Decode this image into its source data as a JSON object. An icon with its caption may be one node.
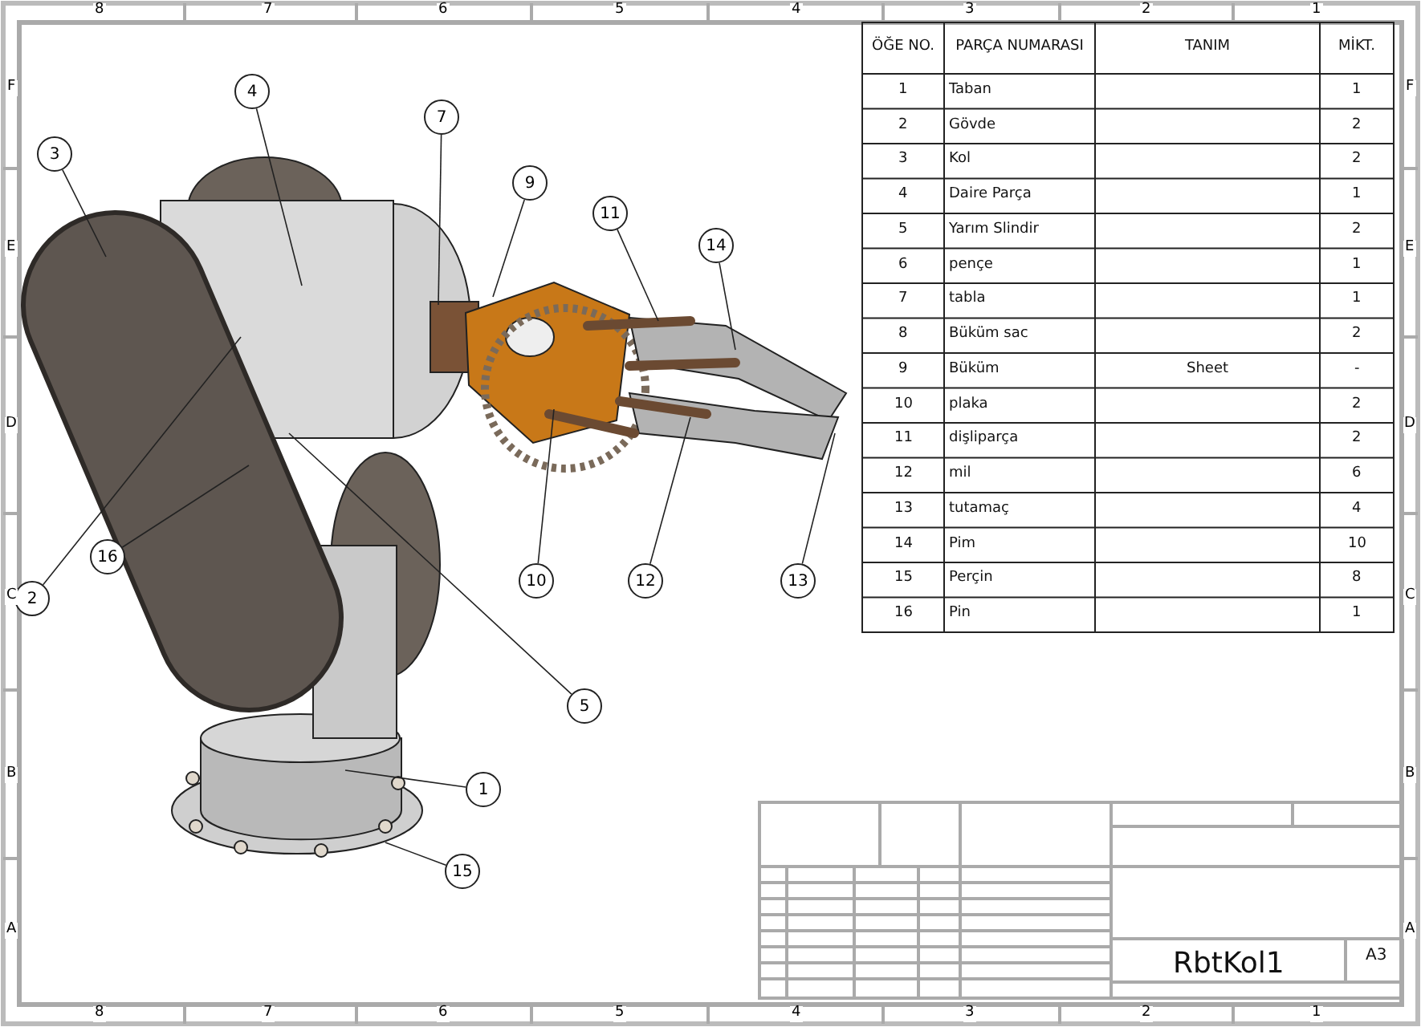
{
  "diagram": {
    "nodes": [
      {
        "text": [
          "4"
        ]
      },
      {
        "text": [
          "7"
        ]
      },
      {
        "text": [
          "3"
        ]
      },
      {
        "text": [
          "9"
        ]
      },
      {
        "text": [
          "11"
        ]
      },
      {
        "text": [
          "14"
        ]
      },
      {
        "text": [
          "16"
        ]
      },
      {
        "text": [
          "2"
        ]
      },
      {
        "text": [
          "10"
        ]
      },
      {
        "text": [
          "12"
        ]
      },
      {
        "text": [
          "13"
        ]
      },
      {
        "text": [
          "5"
        ]
      },
      {
        "text": [
          "1"
        ]
      },
      {
        "text": [
          "15"
        ]
      }
    ],
    "edges": [
      {
        "from": 0,
        "to": null,
        "arrow": "none"
      },
      {
        "from": 1,
        "to": null,
        "arrow": "none"
      },
      {
        "from": 2,
        "to": null,
        "arrow": "none"
      },
      {
        "from": 3,
        "to": null,
        "arrow": "none"
      },
      {
        "from": 4,
        "to": null,
        "arrow": "none"
      },
      {
        "from": 5,
        "to": null,
        "arrow": "none"
      },
      {
        "from": 6,
        "to": null,
        "arrow": "none"
      },
      {
        "from": 7,
        "to": null,
        "arrow": "none"
      },
      {
        "from": 8,
        "to": null,
        "arrow": "none"
      },
      {
        "from": 9,
        "to": null,
        "arrow": "none"
      },
      {
        "from": 10,
        "to": null,
        "arrow": "none"
      },
      {
        "from": 11,
        "to": null,
        "arrow": "none"
      },
      {
        "from": 12,
        "to": null,
        "arrow": "none"
      },
      {
        "from": 13,
        "to": null,
        "arrow": "none"
      }
    ],
    "labels": [
      "8",
      "7",
      "6",
      "5",
      "4",
      "3",
      "2",
      "1",
      "F",
      "F",
      "E",
      "E",
      "D",
      "D",
      "C",
      "C",
      "B",
      "B",
      "A",
      "A",
      "8",
      "7",
      "6",
      "5",
      "4",
      "3",
      "2",
      "1",
      "ÖĞE NO.",
      "PARÇA NUMARASI",
      "TANIM",
      "MİKT.",
      "1",
      "Taban",
      "1",
      "2",
      "Gövde",
      "2",
      "3",
      "Kol",
      "2",
      "4",
      "Daire Parça",
      "1",
      "5",
      "Yarım Slindir",
      "2",
      "6",
      "pençe",
      "1",
      "7",
      "tabla",
      "1",
      "8",
      "Büküm sac",
      "2",
      "9",
      "Büküm",
      "Sheet",
      "-",
      "10",
      "plaka",
      "2",
      "11",
      "dişliparça",
      "2",
      "12",
      "mil",
      "6",
      "13",
      "tutamaç",
      "4",
      "14",
      "Pim",
      "10",
      "15",
      "Perçin",
      "8",
      "16",
      "Pin",
      "1",
      "RbtKol1",
      "A3"
    ]
  }
}
